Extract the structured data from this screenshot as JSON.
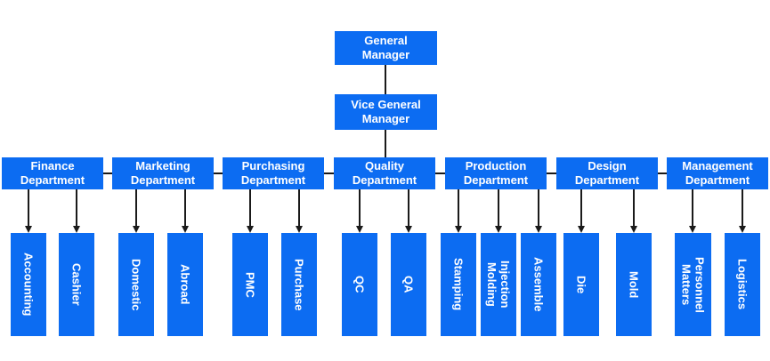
{
  "org": {
    "general_manager": "General\nManager",
    "vice_general_manager": "Vice General\nManager",
    "departments": [
      {
        "label": "Finance\nDepartment",
        "children": [
          "Accounting",
          "Cashier"
        ]
      },
      {
        "label": "Marketing\nDepartment",
        "children": [
          "Domestic",
          "Abroad"
        ]
      },
      {
        "label": "Purchasing\nDepartment",
        "children": [
          "PMC",
          "Purchase"
        ]
      },
      {
        "label": "Quality\nDepartment",
        "children": [
          "QC",
          "QA"
        ]
      },
      {
        "label": "Production\nDepartment",
        "children": [
          "Stamping",
          "Injection\nMolding",
          "Assemble"
        ]
      },
      {
        "label": "Design\nDepartment",
        "children": [
          "Die",
          "Mold"
        ]
      },
      {
        "label": "Management\nDepartment",
        "children": [
          "Personnel\nMatters",
          "Logistics"
        ]
      }
    ]
  },
  "colors": {
    "box_fill": "#0c6cf2",
    "box_text": "#ffffff",
    "connector": "#1a1a1a",
    "background": "#ffffff"
  }
}
